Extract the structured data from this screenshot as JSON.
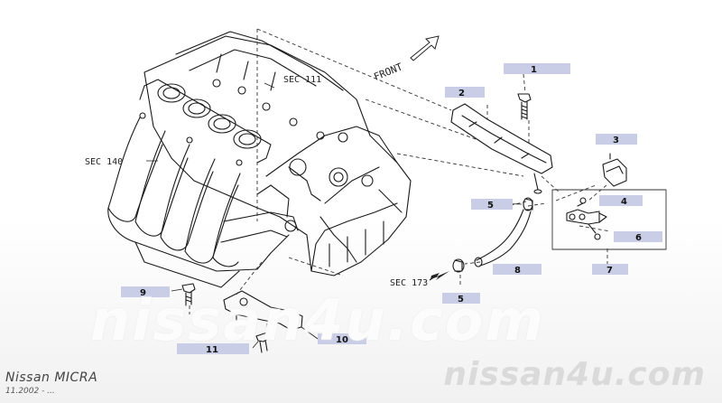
{
  "diagram": {
    "front_label": "FRONT",
    "sections": {
      "sec111": "SEC 111",
      "sec140": "SEC 140",
      "sec173": "SEC 173"
    },
    "parts": {
      "p1": "1",
      "p2": "2",
      "p3": "3",
      "p4": "4",
      "p5a": "5",
      "p5b": "5",
      "p6": "6",
      "p7": "7",
      "p8": "8",
      "p9": "9",
      "p10": "10",
      "p11": "11"
    },
    "label_color": "#c9cde6"
  },
  "footer": {
    "model": "Nissan MICRA",
    "date": "11.2002 - ...",
    "watermark": "nissan4u.com",
    "watermark_center": "nissan4u.com"
  }
}
